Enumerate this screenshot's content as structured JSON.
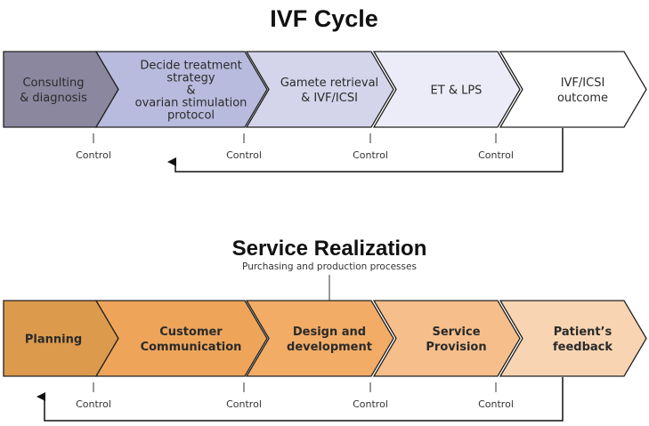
{
  "sections": [
    {
      "title": "IVF Cycle",
      "subtitle": "",
      "steps": [
        {
          "lines": [
            "Consulting",
            "& diagnosis"
          ],
          "color": "#8a879f",
          "bold": false
        },
        {
          "lines": [
            "Decide treatment",
            "strategy",
            "&",
            "ovarian stimulation",
            "protocol"
          ],
          "color": "#b8bbdd",
          "bold": false
        },
        {
          "lines": [
            "Gamete retrieval",
            "& IVF/ICSI"
          ],
          "color": "#d4d5ea",
          "bold": false
        },
        {
          "lines": [
            "ET & LPS"
          ],
          "color": "#ebecf7",
          "bold": false
        },
        {
          "lines": [
            "IVF/ICSI",
            "outcome"
          ],
          "color": "#ffffff",
          "bold": false
        }
      ],
      "control_label": "Control",
      "feedback": "Outcome feeds back to treatment strategy"
    },
    {
      "title": "Service Realization",
      "subtitle": "Purchasing and production processes",
      "steps": [
        {
          "lines": [
            "Planning"
          ],
          "color": "#dc9a4c",
          "bold": true
        },
        {
          "lines": [
            "Customer",
            "Communication"
          ],
          "color": "#eea55a",
          "bold": true
        },
        {
          "lines": [
            "Design and",
            "development"
          ],
          "color": "#f2ac66",
          "bold": true
        },
        {
          "lines": [
            "Service",
            "Provision"
          ],
          "color": "#f6be8b",
          "bold": true
        },
        {
          "lines": [
            "Patient’s",
            "feedback"
          ],
          "color": "#f8d4b2",
          "bold": true
        }
      ],
      "control_label": "Control",
      "feedback": "Patient feedback returns to planning"
    }
  ]
}
